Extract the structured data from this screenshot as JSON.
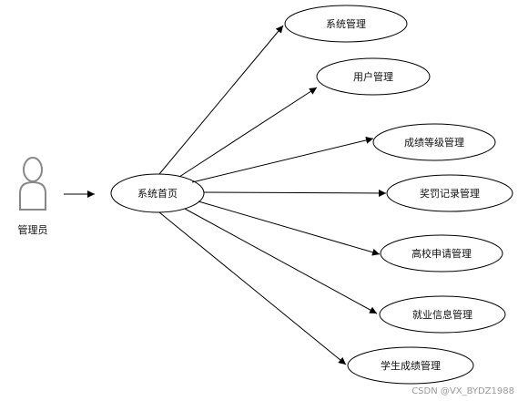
{
  "actor": {
    "label": "管理员",
    "icon": "user-icon"
  },
  "hub": {
    "label": "系统首页"
  },
  "modules": [
    {
      "id": "sys",
      "label": "系统管理"
    },
    {
      "id": "user",
      "label": "用户管理"
    },
    {
      "id": "grade",
      "label": "成绩等级管理"
    },
    {
      "id": "reward",
      "label": "奖罚记录管理"
    },
    {
      "id": "apply",
      "label": "高校申请管理"
    },
    {
      "id": "job",
      "label": "就业信息管理"
    },
    {
      "id": "score",
      "label": "学生成绩管理"
    }
  ],
  "watermark": "CSDN @VX_BYDZ1988"
}
